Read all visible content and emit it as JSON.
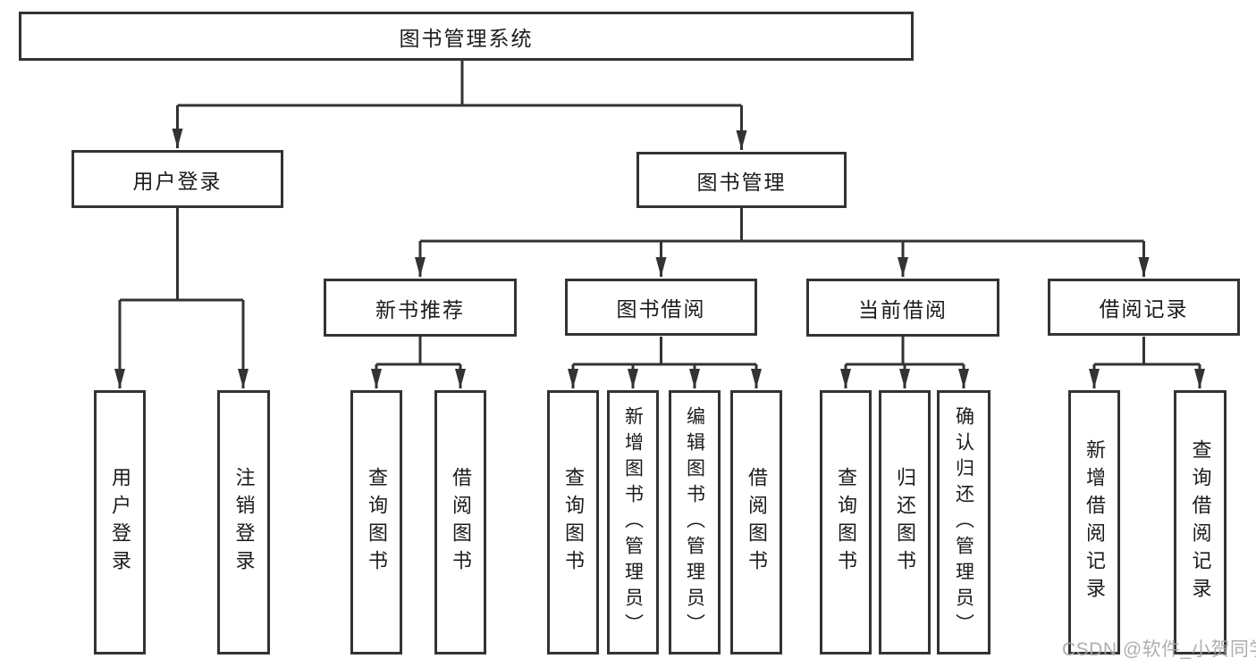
{
  "colors": {
    "line": "#333333",
    "box_border": "#333333",
    "text": "#1b1b1b",
    "background": "#ffffff",
    "watermark": "#a9a9a9"
  },
  "tree": {
    "root": "图书管理系统",
    "branches": [
      {
        "label": "用户登录",
        "children": [
          "用户登录",
          "注销登录"
        ]
      },
      {
        "label": "图书管理",
        "groups": [
          {
            "label": "新书推荐",
            "children": [
              "查询图书",
              "借阅图书"
            ]
          },
          {
            "label": "图书借阅",
            "children": [
              "查询图书",
              "新增图书（管理员）",
              "编辑图书（管理员）",
              "借阅图书"
            ]
          },
          {
            "label": "当前借阅",
            "children": [
              "查询图书",
              "归还图书",
              "确认归还（管理员）"
            ]
          },
          {
            "label": "借阅记录",
            "children": [
              "新增借阅记录",
              "查询借阅记录"
            ]
          }
        ]
      }
    ]
  },
  "watermark": {
    "text": "CSDN @软件_小贺同学"
  }
}
